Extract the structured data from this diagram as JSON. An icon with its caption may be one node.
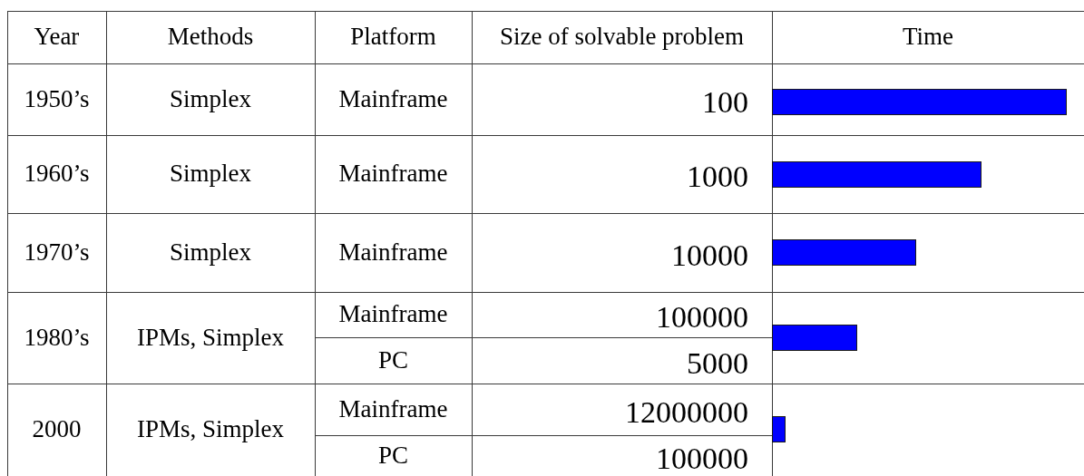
{
  "diagram": {
    "nodes": [
      {
        "text": [],
        "shape": "bar"
      },
      {
        "text": [],
        "shape": "bar"
      },
      {
        "text": [],
        "shape": "bar"
      },
      {
        "text": [],
        "shape": "bar"
      },
      {
        "text": [],
        "shape": "bar"
      }
    ],
    "labels": [
      "Year",
      "Methods",
      "Platform",
      "Size of solvable problem",
      "Time",
      "1950’s",
      "Simplex",
      "Mainframe",
      "100",
      "1960’s",
      "Simplex",
      "Mainframe",
      "1000",
      "1970’s",
      "Simplex",
      "Mainframe",
      "10000",
      "1980’s",
      "IPMs, Simplex",
      "Mainframe",
      "100000",
      "PC",
      "5000",
      "2000",
      "IPMs, Simplex",
      "Mainframe",
      "12000000",
      "PC",
      "100000"
    ]
  }
}
